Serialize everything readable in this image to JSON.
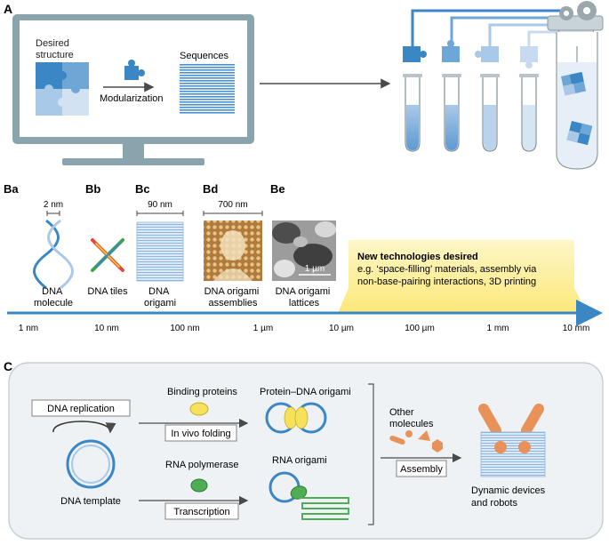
{
  "panel_a": {
    "label": "A",
    "desired_structure": [
      "Desired",
      "structure"
    ],
    "modularization": "Modularization",
    "sequences": "Sequences"
  },
  "panel_b": {
    "ba": {
      "label": "Ba",
      "scale": "2 nm",
      "caption": [
        "DNA",
        "molecule"
      ]
    },
    "bb": {
      "label": "Bb",
      "caption": [
        "DNA tiles"
      ]
    },
    "bc": {
      "label": "Bc",
      "scale": "90 nm",
      "caption": [
        "DNA",
        "origami"
      ]
    },
    "bd": {
      "label": "Bd",
      "scale": "700 nm",
      "caption": [
        "DNA origami",
        "assemblies"
      ]
    },
    "be": {
      "label": "Be",
      "scale": "1 µm",
      "caption": [
        "DNA origami",
        "lattices"
      ]
    },
    "new_tech": {
      "title": "New technologies desired",
      "lines": [
        "e.g. ‘space-filling’ materials, assembly via",
        "non-base-pairing interactions, 3D printing"
      ]
    },
    "axis_ticks": [
      "1 nm",
      "10 nm",
      "100 nm",
      "1 µm",
      "10 µm",
      "100 µm",
      "1 mm",
      "10 mm"
    ]
  },
  "panel_c": {
    "label": "C",
    "dna_replication": "DNA replication",
    "dna_template": "DNA template",
    "binding_proteins": "Binding proteins",
    "in_vivo_folding": "In vivo folding",
    "protein_dna_origami": "Protein–DNA origami",
    "rna_polymerase": "RNA polymerase",
    "transcription": "Transcription",
    "rna_origami": "RNA origami",
    "other_molecules": [
      "Other",
      "molecules"
    ],
    "assembly": "Assembly",
    "dynamic_devices": [
      "Dynamic devices",
      "and robots"
    ]
  },
  "colors": {
    "dark_blue": "#3b86c4",
    "mid_blue": "#6ea6d6",
    "light_blue": "#a9c9e8",
    "pale_blue": "#d2e2f3",
    "monitor": "#8aa4ad",
    "highlight": "#fdf3b5",
    "yellow": "#f6e25a",
    "green": "#4fae55",
    "orange": "#e8925a"
  }
}
